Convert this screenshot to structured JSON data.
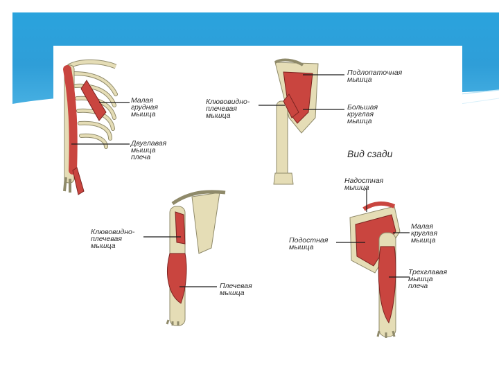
{
  "colors": {
    "header_blue": "#2f9ed8",
    "muscle_red": "#c9453f",
    "bone_ivory": "#e9e2bd",
    "ink": "#1a1a1a"
  },
  "figure": {
    "view_caption": "Вид сзади",
    "labels": {
      "pectoralis_minor": [
        "Малая",
        "грудная",
        "мышца"
      ],
      "biceps": [
        "Двуглавая",
        "мышца",
        "плеча"
      ],
      "coracobrachialis_top": [
        "Клювовидно-",
        "плечевая",
        "мышца"
      ],
      "subscapularis": [
        "Подлопаточная",
        "мышца"
      ],
      "teres_major": [
        "Большая",
        "круглая",
        "мышца"
      ],
      "supraspinatus": [
        "Надостная",
        "мышца"
      ],
      "coracobrachialis_bottom": [
        "Клювовидно-",
        "плечевая",
        "мышца"
      ],
      "infraspinatus": [
        "Подостная",
        "мышца"
      ],
      "teres_minor": [
        "Малая",
        "круглая",
        "мышца"
      ],
      "brachialis": [
        "Плечевая",
        "мышца"
      ],
      "triceps": [
        "Трехглавая",
        "мышца",
        "плеча"
      ]
    }
  }
}
